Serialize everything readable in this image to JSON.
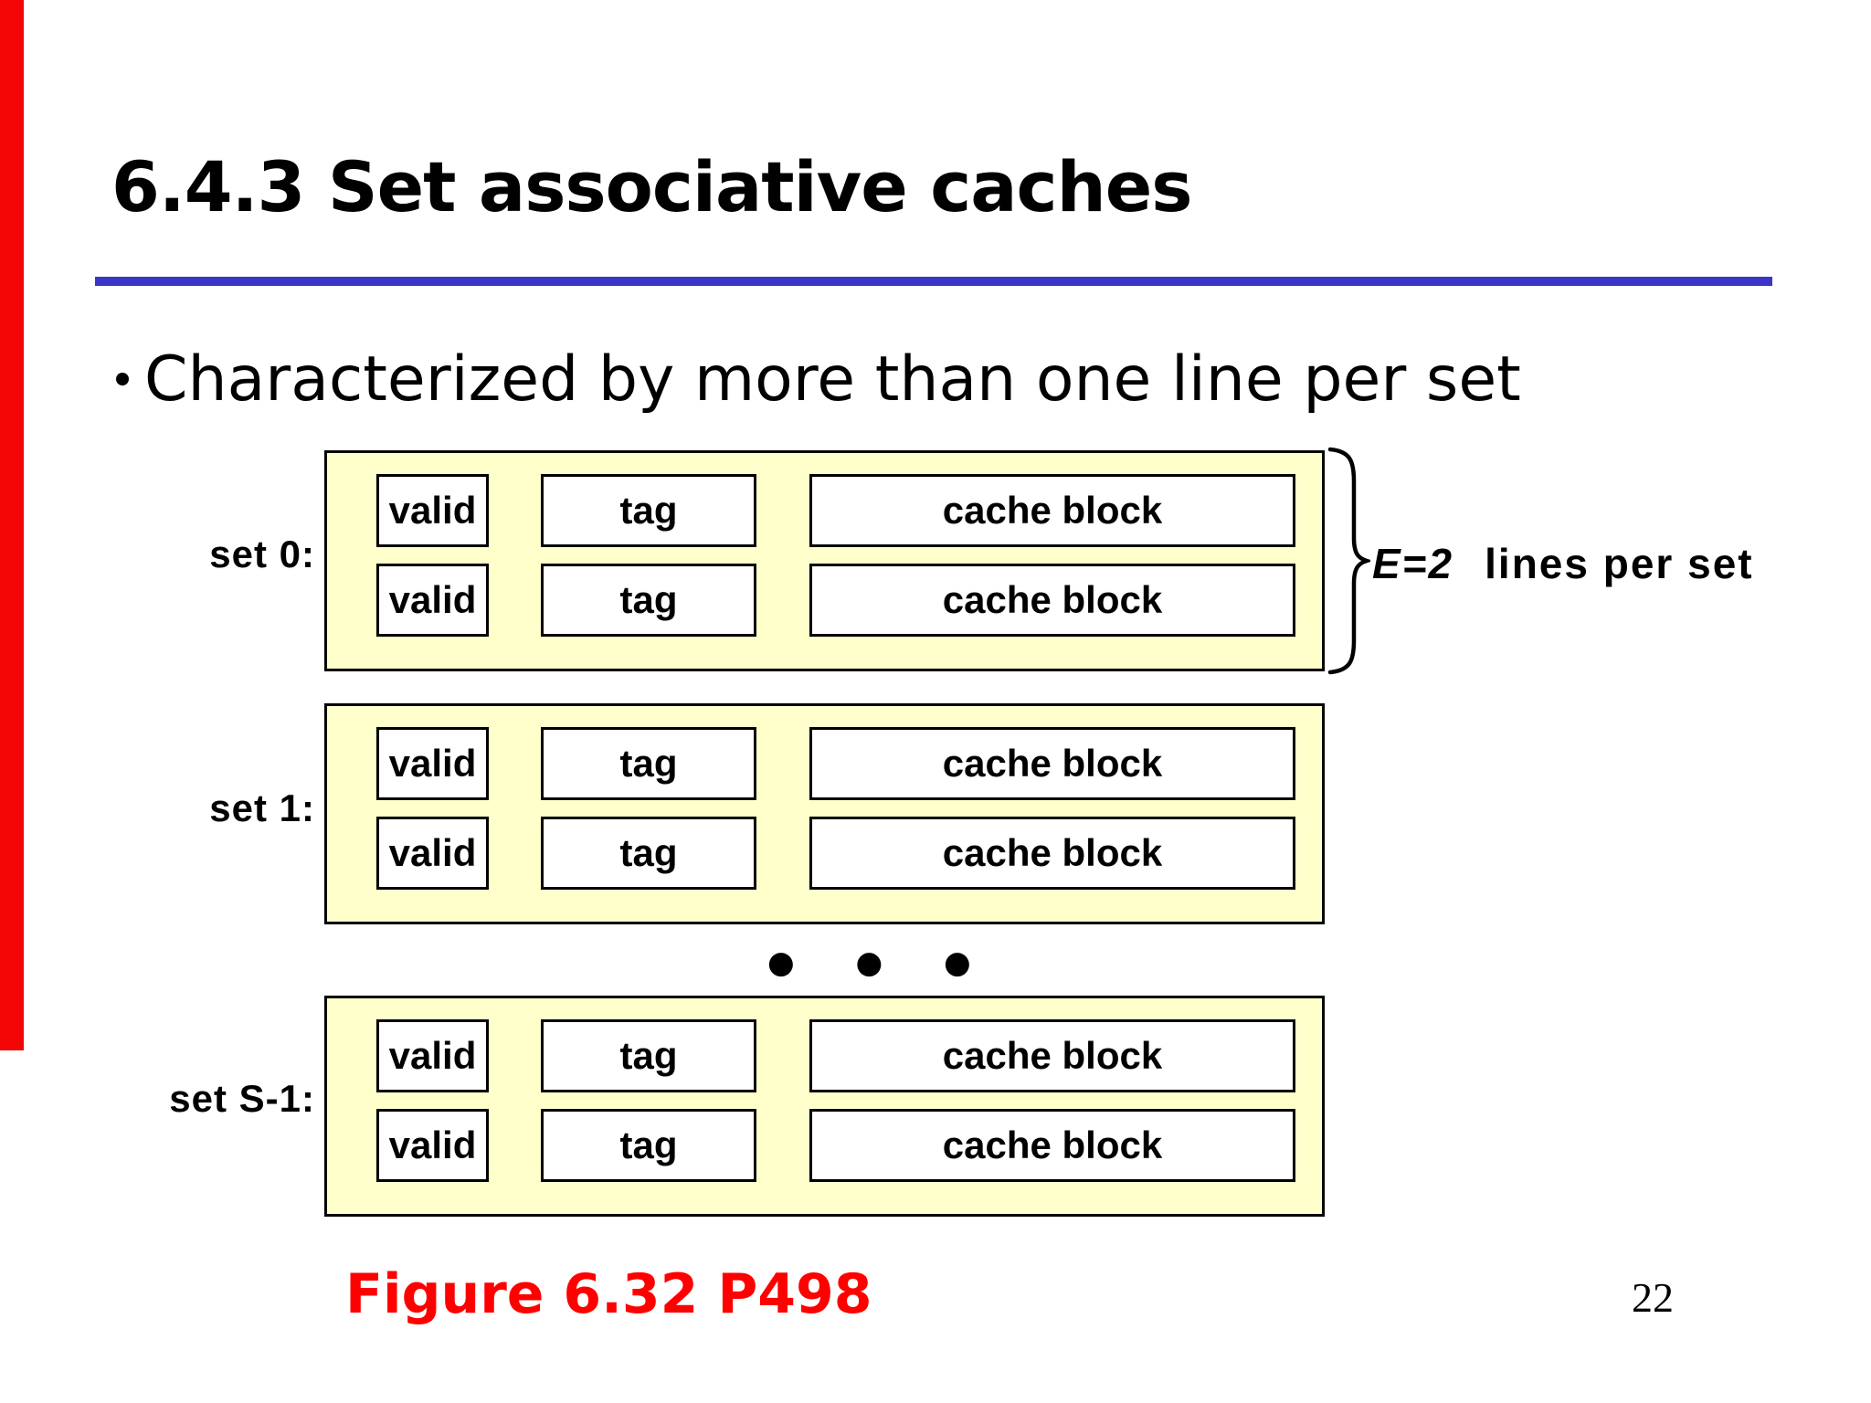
{
  "slide": {
    "title": "6.4.3 Set associative caches",
    "bullet": "Characterized by more than one line per set",
    "annotation": {
      "e_label": "E=2",
      "lines_label": "lines per set"
    },
    "dots": "● ● ●",
    "caption": "Figure 6.32  P498",
    "page_number": "22",
    "colors": {
      "rule_blue": "#3b35c8",
      "set_fill_yellow": "#ffffcc",
      "caption_red": "#ff0000",
      "left_bar_red": "#f40606"
    }
  },
  "sets": [
    {
      "label": "set 0:",
      "rows": [
        {
          "valid": "valid",
          "tag": "tag",
          "block": "cache block"
        },
        {
          "valid": "valid",
          "tag": "tag",
          "block": "cache block"
        }
      ]
    },
    {
      "label": "set 1:",
      "rows": [
        {
          "valid": "valid",
          "tag": "tag",
          "block": "cache block"
        },
        {
          "valid": "valid",
          "tag": "tag",
          "block": "cache block"
        }
      ]
    },
    {
      "label": "set S-1:",
      "rows": [
        {
          "valid": "valid",
          "tag": "tag",
          "block": "cache block"
        },
        {
          "valid": "valid",
          "tag": "tag",
          "block": "cache block"
        }
      ]
    }
  ]
}
